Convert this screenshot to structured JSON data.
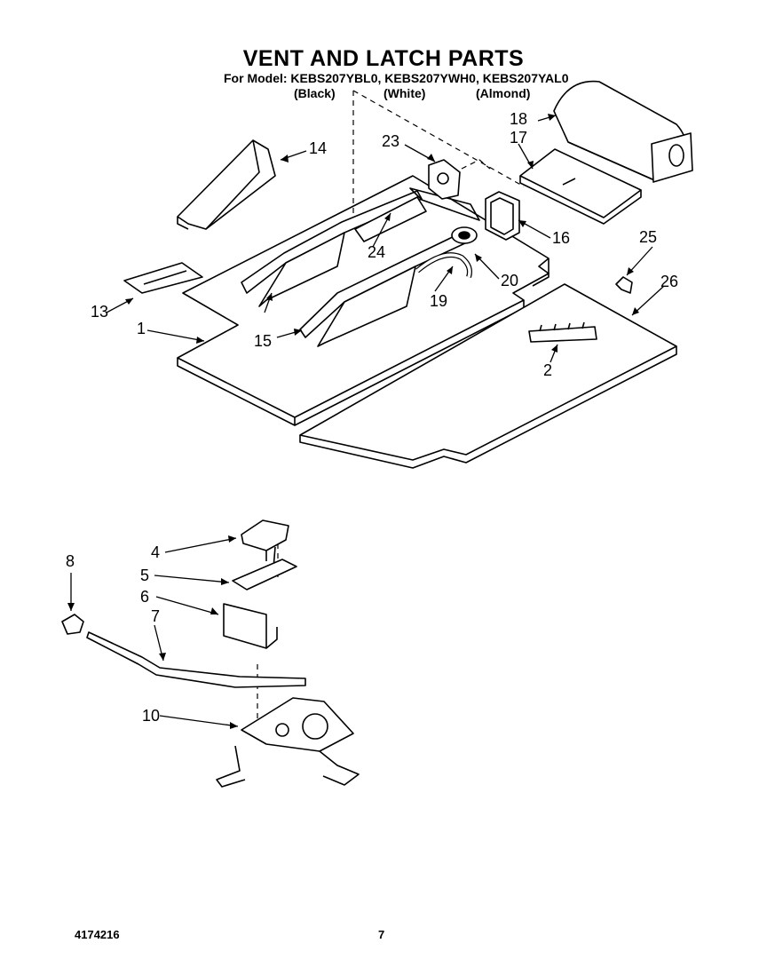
{
  "header": {
    "title": "VENT AND LATCH PARTS",
    "models": "For Model: KEBS207YBL0, KEBS207YWH0, KEBS207YAL0",
    "variants": [
      "(Black)",
      "(White)",
      "(Almond)"
    ]
  },
  "callouts": {
    "c1": "1",
    "c2": "2",
    "c4": "4",
    "c5": "5",
    "c6": "6",
    "c7": "7",
    "c8": "8",
    "c10": "10",
    "c13": "13",
    "c14": "14",
    "c15": "15",
    "c16": "16",
    "c17": "17",
    "c18": "18",
    "c19": "19",
    "c20": "20",
    "c23": "23",
    "c24": "24",
    "c25": "25",
    "c26": "26"
  },
  "footer": {
    "doc_number": "4174216",
    "page_number": "7"
  }
}
